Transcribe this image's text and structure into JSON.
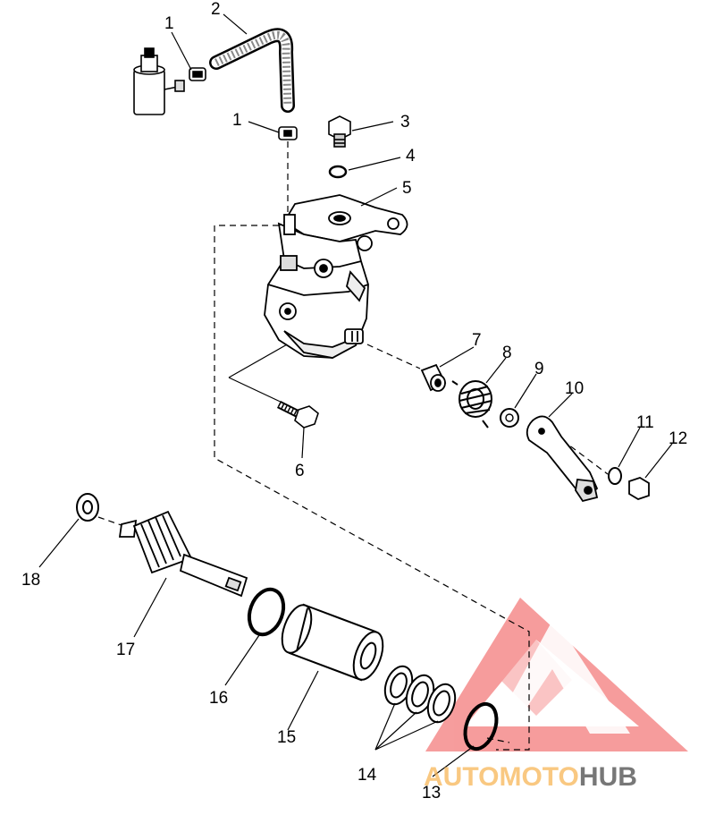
{
  "diagram": {
    "callouts": [
      "1",
      "2",
      "1",
      "3",
      "4",
      "5",
      "7",
      "8",
      "9",
      "10",
      "11",
      "12",
      "6",
      "18",
      "17",
      "16",
      "15",
      "14",
      "13"
    ]
  },
  "watermark": {
    "part1": "AUTOMOTO",
    "part2": "HUB",
    "colors": {
      "orange": "#f7b657",
      "red": "#f26d6d",
      "dark": "#4a4a4a"
    }
  }
}
